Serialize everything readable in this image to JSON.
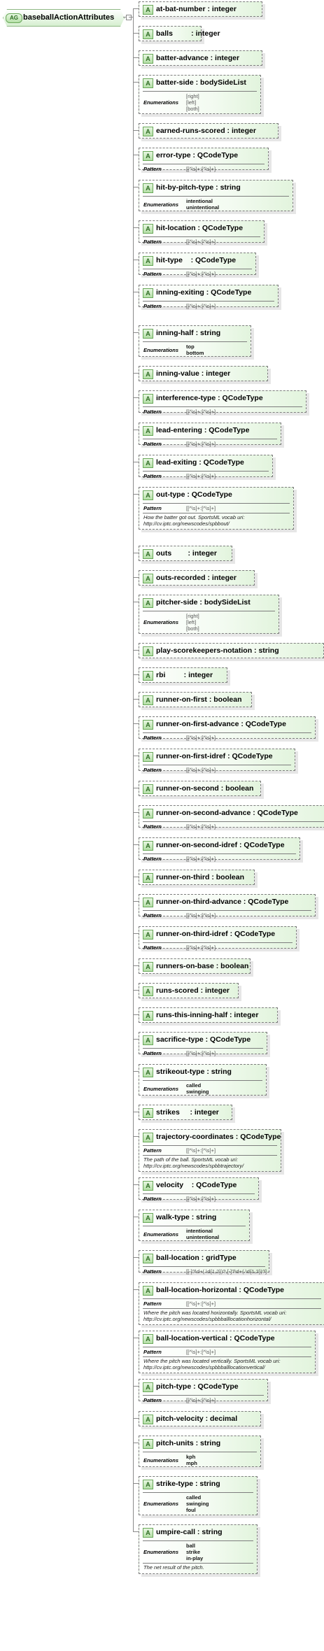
{
  "group": {
    "badge": "AG",
    "name": "baseballActionAttributes"
  },
  "attributes": [
    {
      "badge": "A",
      "title": "at-bat-number : integer"
    },
    {
      "badge": "A",
      "title": "balls         : integer"
    },
    {
      "badge": "A",
      "title": "batter-advance : integer"
    },
    {
      "badge": "A",
      "title": "batter-side : bodySideList",
      "rows": [
        {
          "label": "Enumerations",
          "values": [
            "[right]",
            "[left]",
            "[both]"
          ],
          "dark": false
        }
      ]
    },
    {
      "badge": "A",
      "title": "earned-runs-scored : integer"
    },
    {
      "badge": "A",
      "title": "error-type : QCodeType",
      "rows": [
        {
          "label": "Pattern",
          "values": [
            "[[^\\s]+:[^\\s]+]"
          ],
          "dark": false
        }
      ]
    },
    {
      "badge": "A",
      "title": "hit-by-pitch-type : string",
      "rows": [
        {
          "label": "Enumerations",
          "values": [
            "intentional",
            "unintentional"
          ],
          "dark": true
        }
      ]
    },
    {
      "badge": "A",
      "title": "hit-location : QCodeType",
      "rows": [
        {
          "label": "Pattern",
          "values": [
            "[[^\\s]+:[^\\s]+]"
          ],
          "dark": false
        }
      ]
    },
    {
      "badge": "A",
      "title": "hit-type    : QCodeType",
      "rows": [
        {
          "label": "Pattern",
          "values": [
            "[[^\\s]+:[^\\s]+]"
          ],
          "dark": false
        }
      ]
    },
    {
      "badge": "A",
      "title": "inning-exiting : QCodeType",
      "rows": [
        {
          "label": "Pattern",
          "values": [
            "[[^\\s]+:[^\\s]+]"
          ],
          "dark": false
        }
      ]
    },
    {
      "badge": "A",
      "title": "inning-half : string",
      "rows": [
        {
          "label": "Enumerations",
          "values": [
            "top",
            "bottom"
          ],
          "dark": true
        }
      ]
    },
    {
      "badge": "A",
      "title": "inning-value : integer"
    },
    {
      "badge": "A",
      "title": "interference-type : QCodeType",
      "rows": [
        {
          "label": "Pattern",
          "values": [
            "[[^\\s]+:[^\\s]+]"
          ],
          "dark": false
        }
      ]
    },
    {
      "badge": "A",
      "title": "lead-entering : QCodeType",
      "rows": [
        {
          "label": "Pattern",
          "values": [
            "[[^\\s]+:[^\\s]+]"
          ],
          "dark": false
        }
      ]
    },
    {
      "badge": "A",
      "title": "lead-exiting : QCodeType",
      "rows": [
        {
          "label": "Pattern",
          "values": [
            "[[^\\s]+:[^\\s]+]"
          ],
          "dark": false
        }
      ]
    },
    {
      "badge": "A",
      "title": "out-type : QCodeType",
      "rows": [
        {
          "label": "Pattern",
          "values": [
            "[[^\\s]+:[^\\s]+]"
          ],
          "dark": false
        }
      ],
      "notes": [
        "How the batter got out. SportsML vocab uri:",
        "http://cv.iptc.org/newscodes/spbbout/"
      ]
    },
    {
      "badge": "A",
      "title": "outs        : integer"
    },
    {
      "badge": "A",
      "title": "outs-recorded : integer"
    },
    {
      "badge": "A",
      "title": "pitcher-side : bodySideList",
      "rows": [
        {
          "label": "Enumerations",
          "values": [
            "[right]",
            "[left]",
            "[both]"
          ],
          "dark": false
        }
      ]
    },
    {
      "badge": "A",
      "title": "play-scorekeepers-notation : string"
    },
    {
      "badge": "A",
      "title": "rbi         : integer"
    },
    {
      "badge": "A",
      "title": "runner-on-first : boolean"
    },
    {
      "badge": "A",
      "title": "runner-on-first-advance : QCodeType",
      "rows": [
        {
          "label": "Pattern",
          "values": [
            "[[^\\s]+:[^\\s]+]"
          ],
          "dark": false
        }
      ]
    },
    {
      "badge": "A",
      "title": "runner-on-first-idref : QCodeType",
      "rows": [
        {
          "label": "Pattern",
          "values": [
            "[[^\\s]+:[^\\s]+]"
          ],
          "dark": false
        }
      ]
    },
    {
      "badge": "A",
      "title": "runner-on-second : boolean"
    },
    {
      "badge": "A",
      "title": "runner-on-second-advance : QCodeType",
      "rows": [
        {
          "label": "Pattern",
          "values": [
            "[[^\\s]+:[^\\s]+]"
          ],
          "dark": false
        }
      ]
    },
    {
      "badge": "A",
      "title": "runner-on-second-idref : QCodeType",
      "rows": [
        {
          "label": "Pattern",
          "values": [
            "[[^\\s]+:[^\\s]+]"
          ],
          "dark": false
        }
      ]
    },
    {
      "badge": "A",
      "title": "runner-on-third : boolean"
    },
    {
      "badge": "A",
      "title": "runner-on-third-advance : QCodeType",
      "rows": [
        {
          "label": "Pattern",
          "values": [
            "[[^\\s]+:[^\\s]+]"
          ],
          "dark": false
        }
      ]
    },
    {
      "badge": "A",
      "title": "runner-on-third-idref : QCodeType",
      "rows": [
        {
          "label": "Pattern",
          "values": [
            "[[^\\s]+:[^\\s]+]"
          ],
          "dark": false
        }
      ]
    },
    {
      "badge": "A",
      "title": "runners-on-base : boolean"
    },
    {
      "badge": "A",
      "title": "runs-scored : integer"
    },
    {
      "badge": "A",
      "title": "runs-this-inning-half : integer"
    },
    {
      "badge": "A",
      "title": "sacrifice-type : QCodeType",
      "rows": [
        {
          "label": "Pattern",
          "values": [
            "[[^\\s]+:[^\\s]+]"
          ],
          "dark": false
        }
      ]
    },
    {
      "badge": "A",
      "title": "strikeout-type : string",
      "rows": [
        {
          "label": "Enumerations",
          "values": [
            "called",
            "swinging"
          ],
          "dark": true
        }
      ]
    },
    {
      "badge": "A",
      "title": "strikes     : integer"
    },
    {
      "badge": "A",
      "title": "trajectory-coordinates : QCodeType",
      "rows": [
        {
          "label": "Pattern",
          "values": [
            "[[^\\s]+:[^\\s]+]"
          ],
          "dark": false
        }
      ],
      "notes": [
        "The path of the ball. SportsML vocab uri:",
        "http://cv.iptc.org/newscodes/spbbtrajectory/"
      ]
    },
    {
      "badge": "A",
      "title": "velocity    : QCodeType",
      "rows": [
        {
          "label": "Pattern",
          "values": [
            "[[^\\s]+:[^\\s]+]"
          ],
          "dark": false
        }
      ]
    },
    {
      "badge": "A",
      "title": "walk-type : string",
      "rows": [
        {
          "label": "Enumerations",
          "values": [
            "intentional",
            "unintentional"
          ],
          "dark": true
        }
      ]
    },
    {
      "badge": "A",
      "title": "ball-location : gridType",
      "rows": [
        {
          "label": "Pattern",
          "values": [
            "[[-]?\\d+(.\\d{1,2})?,[-]?\\d+(.\\d{1,2})?]"
          ],
          "dark": false
        }
      ]
    },
    {
      "badge": "A",
      "title": "ball-location-horizontal : QCodeType",
      "rows": [
        {
          "label": "Pattern",
          "values": [
            "[[^\\s]+:[^\\s]+]"
          ],
          "dark": false
        }
      ],
      "notes": [
        "Where the pitch was located horizontally. SportsML vocab uri:",
        "http://cv.iptc.org/newscodes/spbbballlocationhorizontal/"
      ]
    },
    {
      "badge": "A",
      "title": "ball-location-vertical : QCodeType",
      "rows": [
        {
          "label": "Pattern",
          "values": [
            "[[^\\s]+:[^\\s]+]"
          ],
          "dark": false
        }
      ],
      "notes": [
        "Where the pitch was located vertically. SportsML vocab uri:",
        "http://cv.iptc.org/newscodes/spbbballlocationvertical/"
      ]
    },
    {
      "badge": "A",
      "title": "pitch-type : QCodeType",
      "rows": [
        {
          "label": "Pattern",
          "values": [
            "[[^\\s]+:[^\\s]+]"
          ],
          "dark": false
        }
      ]
    },
    {
      "badge": "A",
      "title": "pitch-velocity : decimal"
    },
    {
      "badge": "A",
      "title": "pitch-units : string",
      "rows": [
        {
          "label": "Enumerations",
          "values": [
            "kph",
            "mph"
          ],
          "dark": true
        }
      ]
    },
    {
      "badge": "A",
      "title": "strike-type : string",
      "rows": [
        {
          "label": "Enumerations",
          "values": [
            "called",
            "swinging",
            "foul"
          ],
          "dark": true
        }
      ]
    },
    {
      "badge": "A",
      "title": "umpire-call : string",
      "rows": [
        {
          "label": "Enumerations",
          "values": [
            "ball",
            "strike",
            "in-play"
          ],
          "dark": true
        }
      ],
      "notes": [
        "The net result of the pitch."
      ]
    }
  ]
}
